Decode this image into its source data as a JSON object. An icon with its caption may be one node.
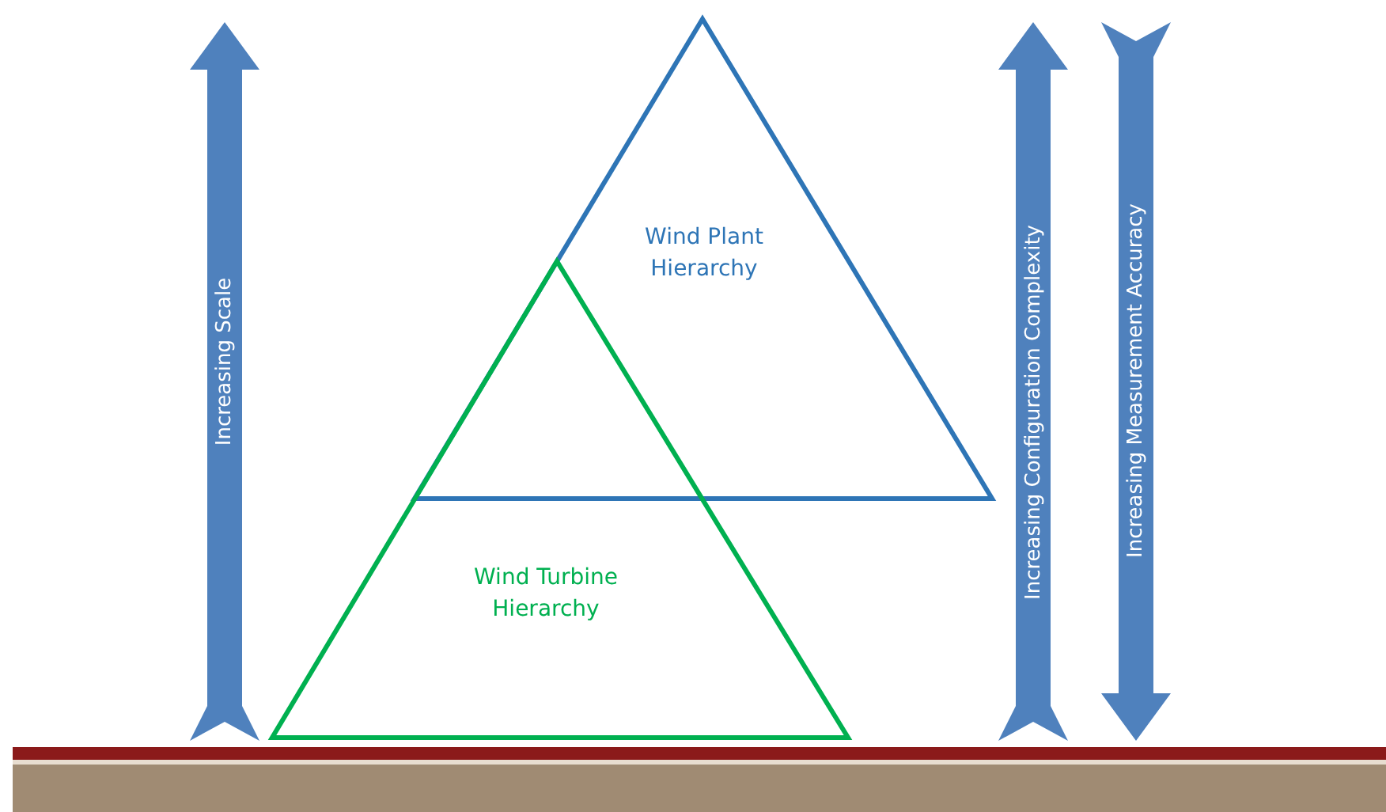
{
  "diagram": {
    "nodes": [
      {
        "text": [
          "Wind Plant Hierarchy"
        ]
      },
      {
        "text": [
          "Wind Turbine Hierarchy"
        ]
      }
    ],
    "labels": [
      "Increasing Scale",
      "Increasing Configuration Complexity",
      "Increasing Measurement Accuracy"
    ]
  }
}
